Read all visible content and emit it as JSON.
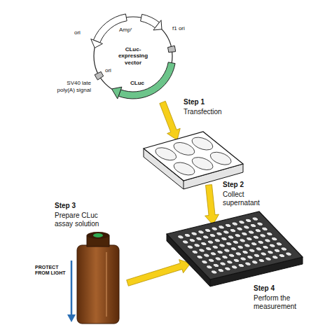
{
  "diagram": {
    "nodes": [
      {
        "text": [
          "CLuc-expressing vector"
        ]
      }
    ],
    "labels": [
      "Ampʳ",
      "f1 ori",
      "ori",
      "ori",
      "SV40 late poly(A) signal",
      "CLuc",
      "Step 1",
      "Transfection",
      "Step 2",
      "Collect supernatant",
      "Step 3",
      "Prepare CLuc assay solution",
      "PROTECT FROM LIGHT",
      "Step 4",
      "Perform the measurement"
    ]
  }
}
